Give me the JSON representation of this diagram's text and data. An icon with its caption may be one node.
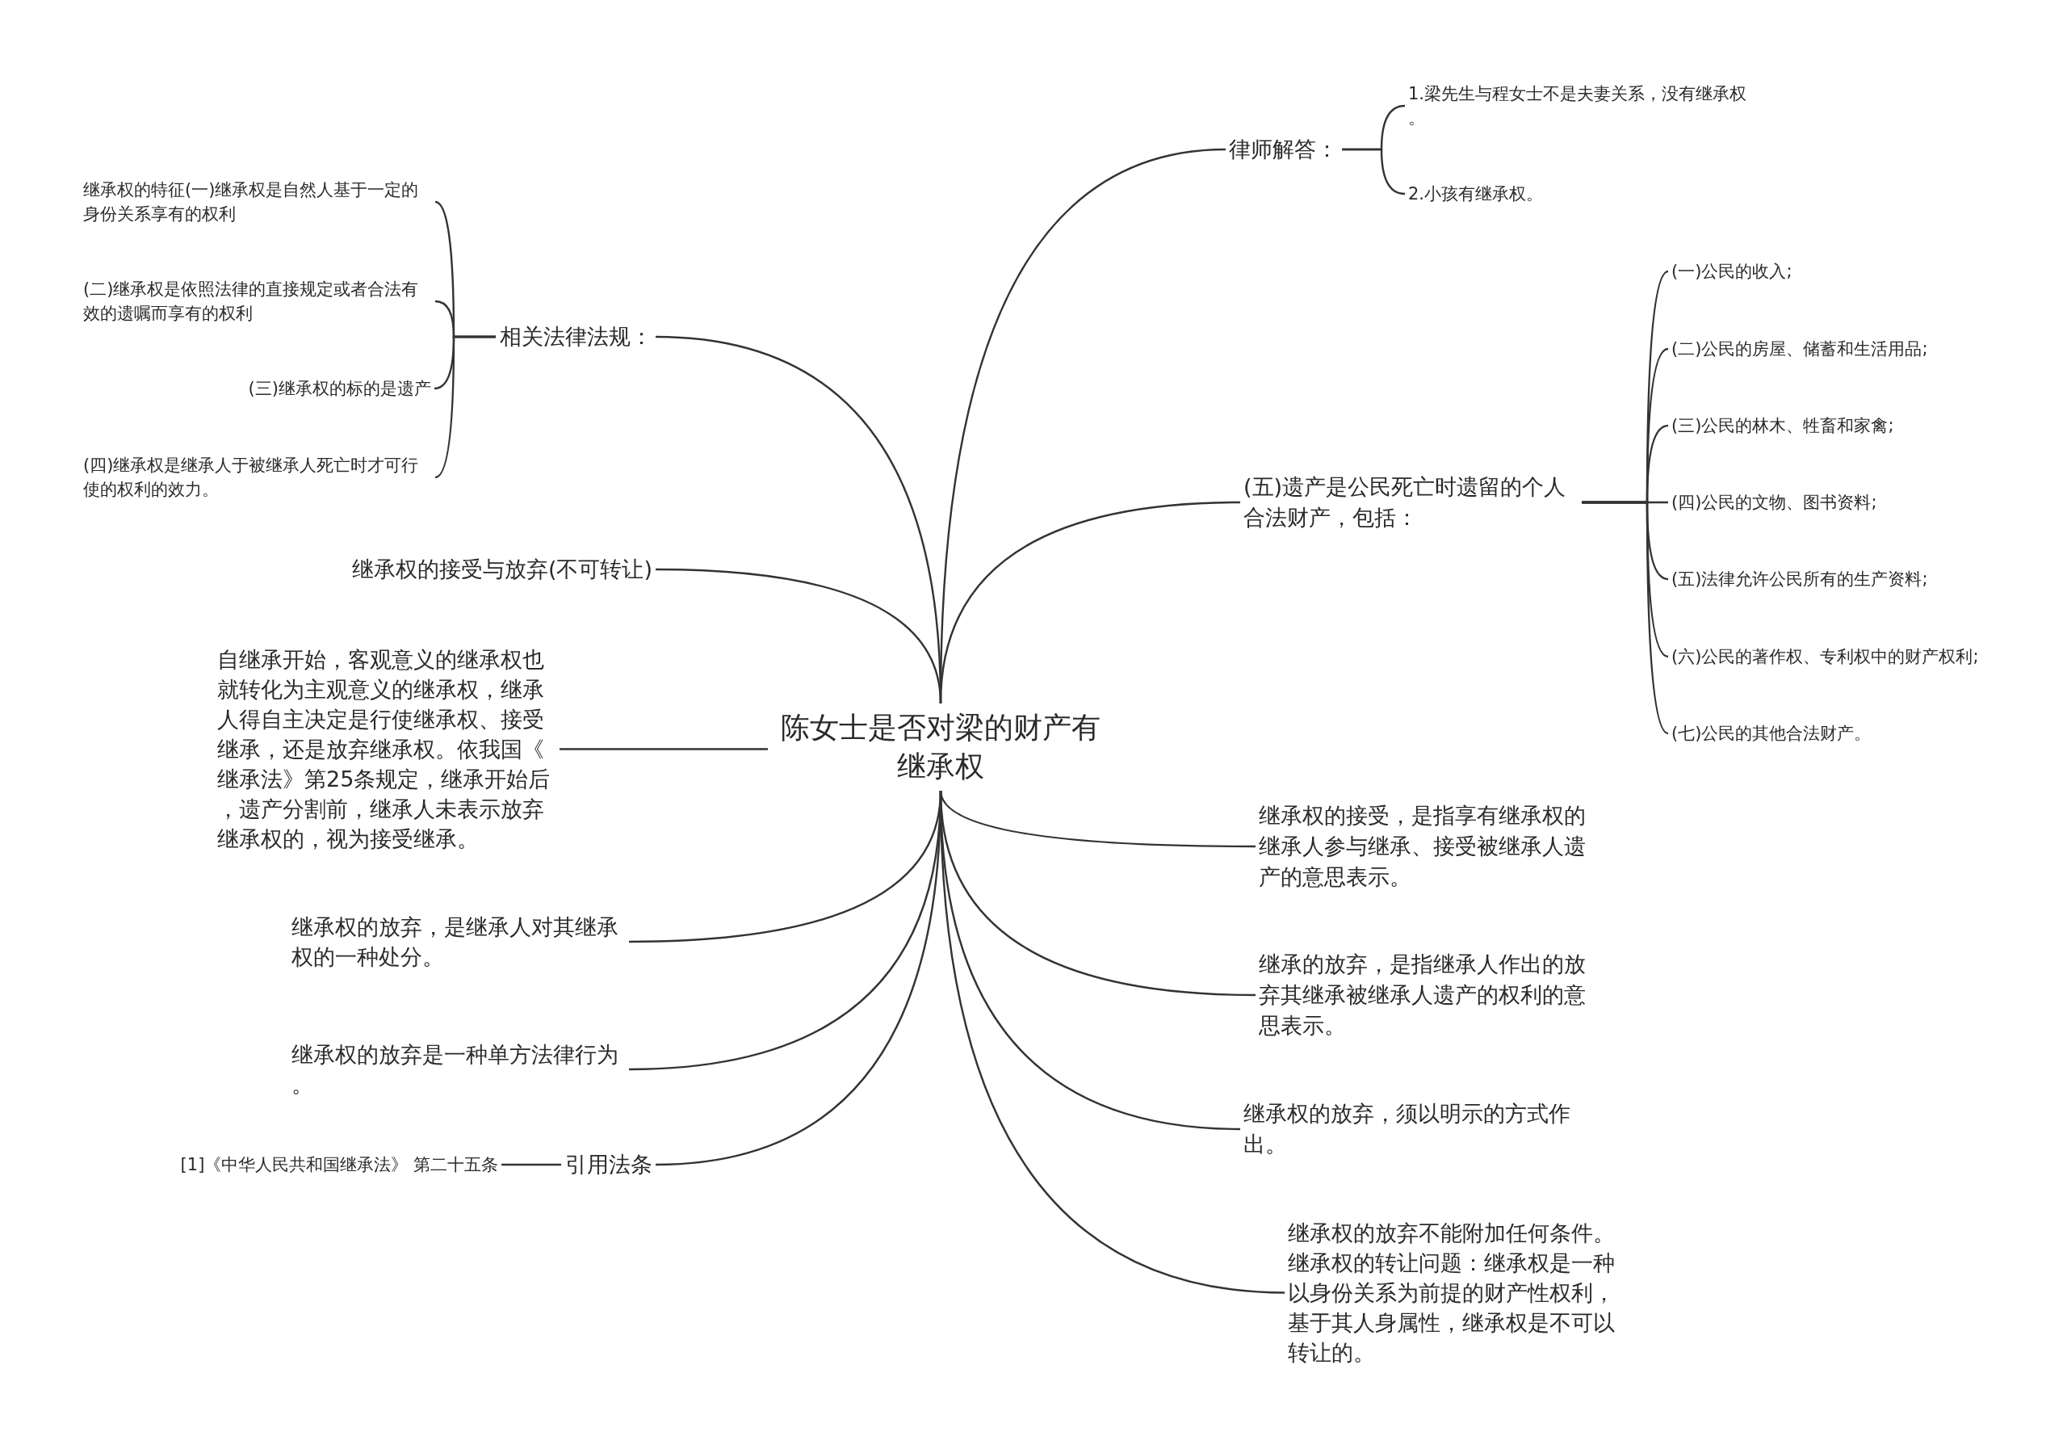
{
  "diagram": {
    "nodes": [
      {
        "text": [
          "陈女士是否对梁的财产有继承权"
        ]
      },
      {
        "text": [
          "律师解答："
        ]
      },
      {
        "text": [
          "1.梁先生与程女士不是夫妻关系，没有继承权。"
        ]
      },
      {
        "text": [
          "2.小孩有继承权。"
        ]
      },
      {
        "text": [
          "(五)遗产是公民死亡时遗留的个人合法财产，包括："
        ]
      },
      {
        "text": [
          "(一)公民的收入;"
        ]
      },
      {
        "text": [
          "(二)公民的房屋、储蓄和生活用品;"
        ]
      },
      {
        "text": [
          "(三)公民的林木、牲畜和家禽;"
        ]
      },
      {
        "text": [
          "(四)公民的文物、图书资料;"
        ]
      },
      {
        "text": [
          "(五)法律允许公民所有的生产资料;"
        ]
      },
      {
        "text": [
          "(六)公民的著作权、专利权中的财产权利;"
        ]
      },
      {
        "text": [
          "(七)公民的其他合法财产。"
        ]
      },
      {
        "text": [
          "继承权的接受，是指享有继承权的继承人参与继承、接受被继承人遗产的意思表示。"
        ]
      },
      {
        "text": [
          "继承的放弃，是指继承人作出的放弃其继承被继承人遗产的权利的意思表示。"
        ]
      },
      {
        "text": [
          "继承权的放弃，须以明示的方式作出。"
        ]
      },
      {
        "text": [
          "继承权的放弃不能附加任何条件。继承权的转让问题：继承权是一种以身份关系为前提的财产性权利，基于其人身属性，继承权是不可以转让的。"
        ]
      },
      {
        "text": [
          "相关法律法规："
        ]
      },
      {
        "text": [
          "继承权的特征(一)继承权是自然人基于一定的身份关系享有的权利"
        ]
      },
      {
        "text": [
          "(二)继承权是依照法律的直接规定或者合法有效的遗嘱而享有的权利"
        ]
      },
      {
        "text": [
          "(三)继承权的标的是遗产"
        ]
      },
      {
        "text": [
          "(四)继承权是继承人于被继承人死亡时才可行使的权利的效力。"
        ]
      },
      {
        "text": [
          "继承权的接受与放弃(不可转让)"
        ]
      },
      {
        "text": [
          "自继承开始，客观意义的继承权也就转化为主观意义的继承权，继承人得自主决定是行使继承权、接受继承，还是放弃继承权。依我国《继承法》第25条规定，继承开始后，遗产分割前，继承人未表示放弃继承权的，视为接受继承。"
        ]
      },
      {
        "text": [
          "继承权的放弃，是继承人对其继承权的一种处分。"
        ]
      },
      {
        "text": [
          "继承权的放弃是一种单方法律行为。"
        ]
      },
      {
        "text": [
          "引用法条"
        ]
      },
      {
        "text": [
          "[1]《中华人民共和国继承法》 第二十五条"
        ]
      }
    ],
    "edges": [
      {
        "from": 0,
        "to": 1,
        "arrow": "none"
      },
      {
        "from": 1,
        "to": 2,
        "arrow": "none"
      },
      {
        "from": 1,
        "to": 3,
        "arrow": "none"
      },
      {
        "from": 0,
        "to": 4,
        "arrow": "none"
      },
      {
        "from": 4,
        "to": 5,
        "arrow": "none"
      },
      {
        "from": 4,
        "to": 6,
        "arrow": "none"
      },
      {
        "from": 4,
        "to": 7,
        "arrow": "none"
      },
      {
        "from": 4,
        "to": 8,
        "arrow": "none"
      },
      {
        "from": 4,
        "to": 9,
        "arrow": "none"
      },
      {
        "from": 4,
        "to": 10,
        "arrow": "none"
      },
      {
        "from": 4,
        "to": 11,
        "arrow": "none"
      },
      {
        "from": 0,
        "to": 12,
        "arrow": "none"
      },
      {
        "from": 0,
        "to": 13,
        "arrow": "none"
      },
      {
        "from": 0,
        "to": 14,
        "arrow": "none"
      },
      {
        "from": 0,
        "to": 15,
        "arrow": "none"
      },
      {
        "from": 0,
        "to": 16,
        "arrow": "none"
      },
      {
        "from": 16,
        "to": 17,
        "arrow": "none"
      },
      {
        "from": 16,
        "to": 18,
        "arrow": "none"
      },
      {
        "from": 16,
        "to": 19,
        "arrow": "none"
      },
      {
        "from": 16,
        "to": 20,
        "arrow": "none"
      },
      {
        "from": 0,
        "to": 21,
        "arrow": "none"
      },
      {
        "from": 0,
        "to": 22,
        "arrow": "none"
      },
      {
        "from": 0,
        "to": 23,
        "arrow": "none"
      },
      {
        "from": 0,
        "to": 24,
        "arrow": "none"
      },
      {
        "from": 0,
        "to": 25,
        "arrow": "none"
      },
      {
        "from": 25,
        "to": 26,
        "arrow": "none"
      }
    ]
  }
}
